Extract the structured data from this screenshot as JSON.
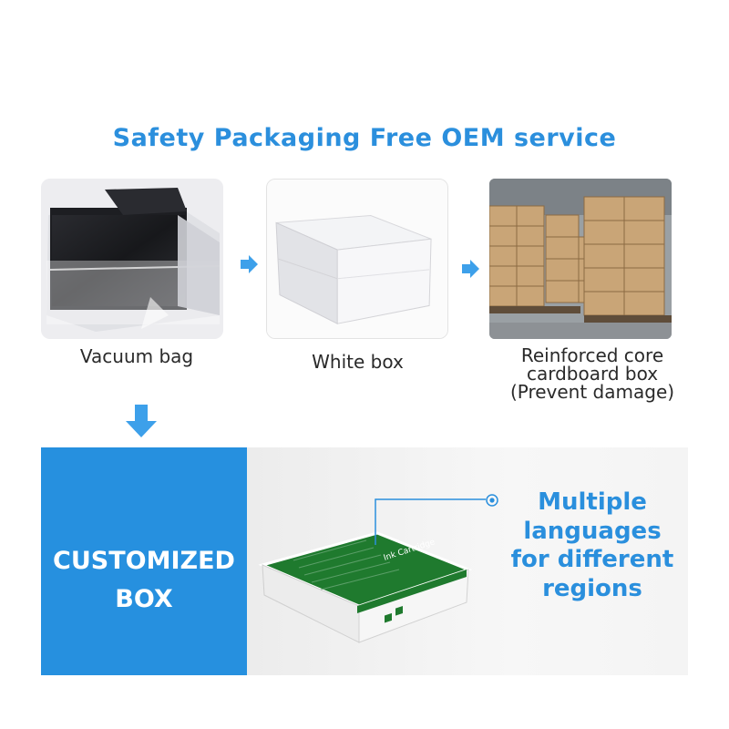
{
  "headline": "Safety Packaging Free OEM service",
  "steps": [
    {
      "caption": "Vacuum bag"
    },
    {
      "caption": "White box"
    },
    {
      "caption_lines": [
        "Reinforced core",
        "cardboard box",
        "(Prevent damage)"
      ]
    }
  ],
  "customized": {
    "label_lines": [
      "CUSTOMIZED",
      "BOX"
    ]
  },
  "callout": {
    "lines": [
      "Multiple",
      "languages",
      "for different",
      "regions"
    ]
  },
  "product_box": {
    "lid_text": "Ink Cartridge"
  },
  "colors": {
    "accent_blue": "#2690df",
    "headline_blue": "#2b8fdd",
    "box_green": "#1f7a2e",
    "arrow_blue": "#3da0ea"
  },
  "icons": [
    "arrow-right-icon",
    "arrow-right-icon",
    "arrow-down-icon",
    "target-icon"
  ]
}
